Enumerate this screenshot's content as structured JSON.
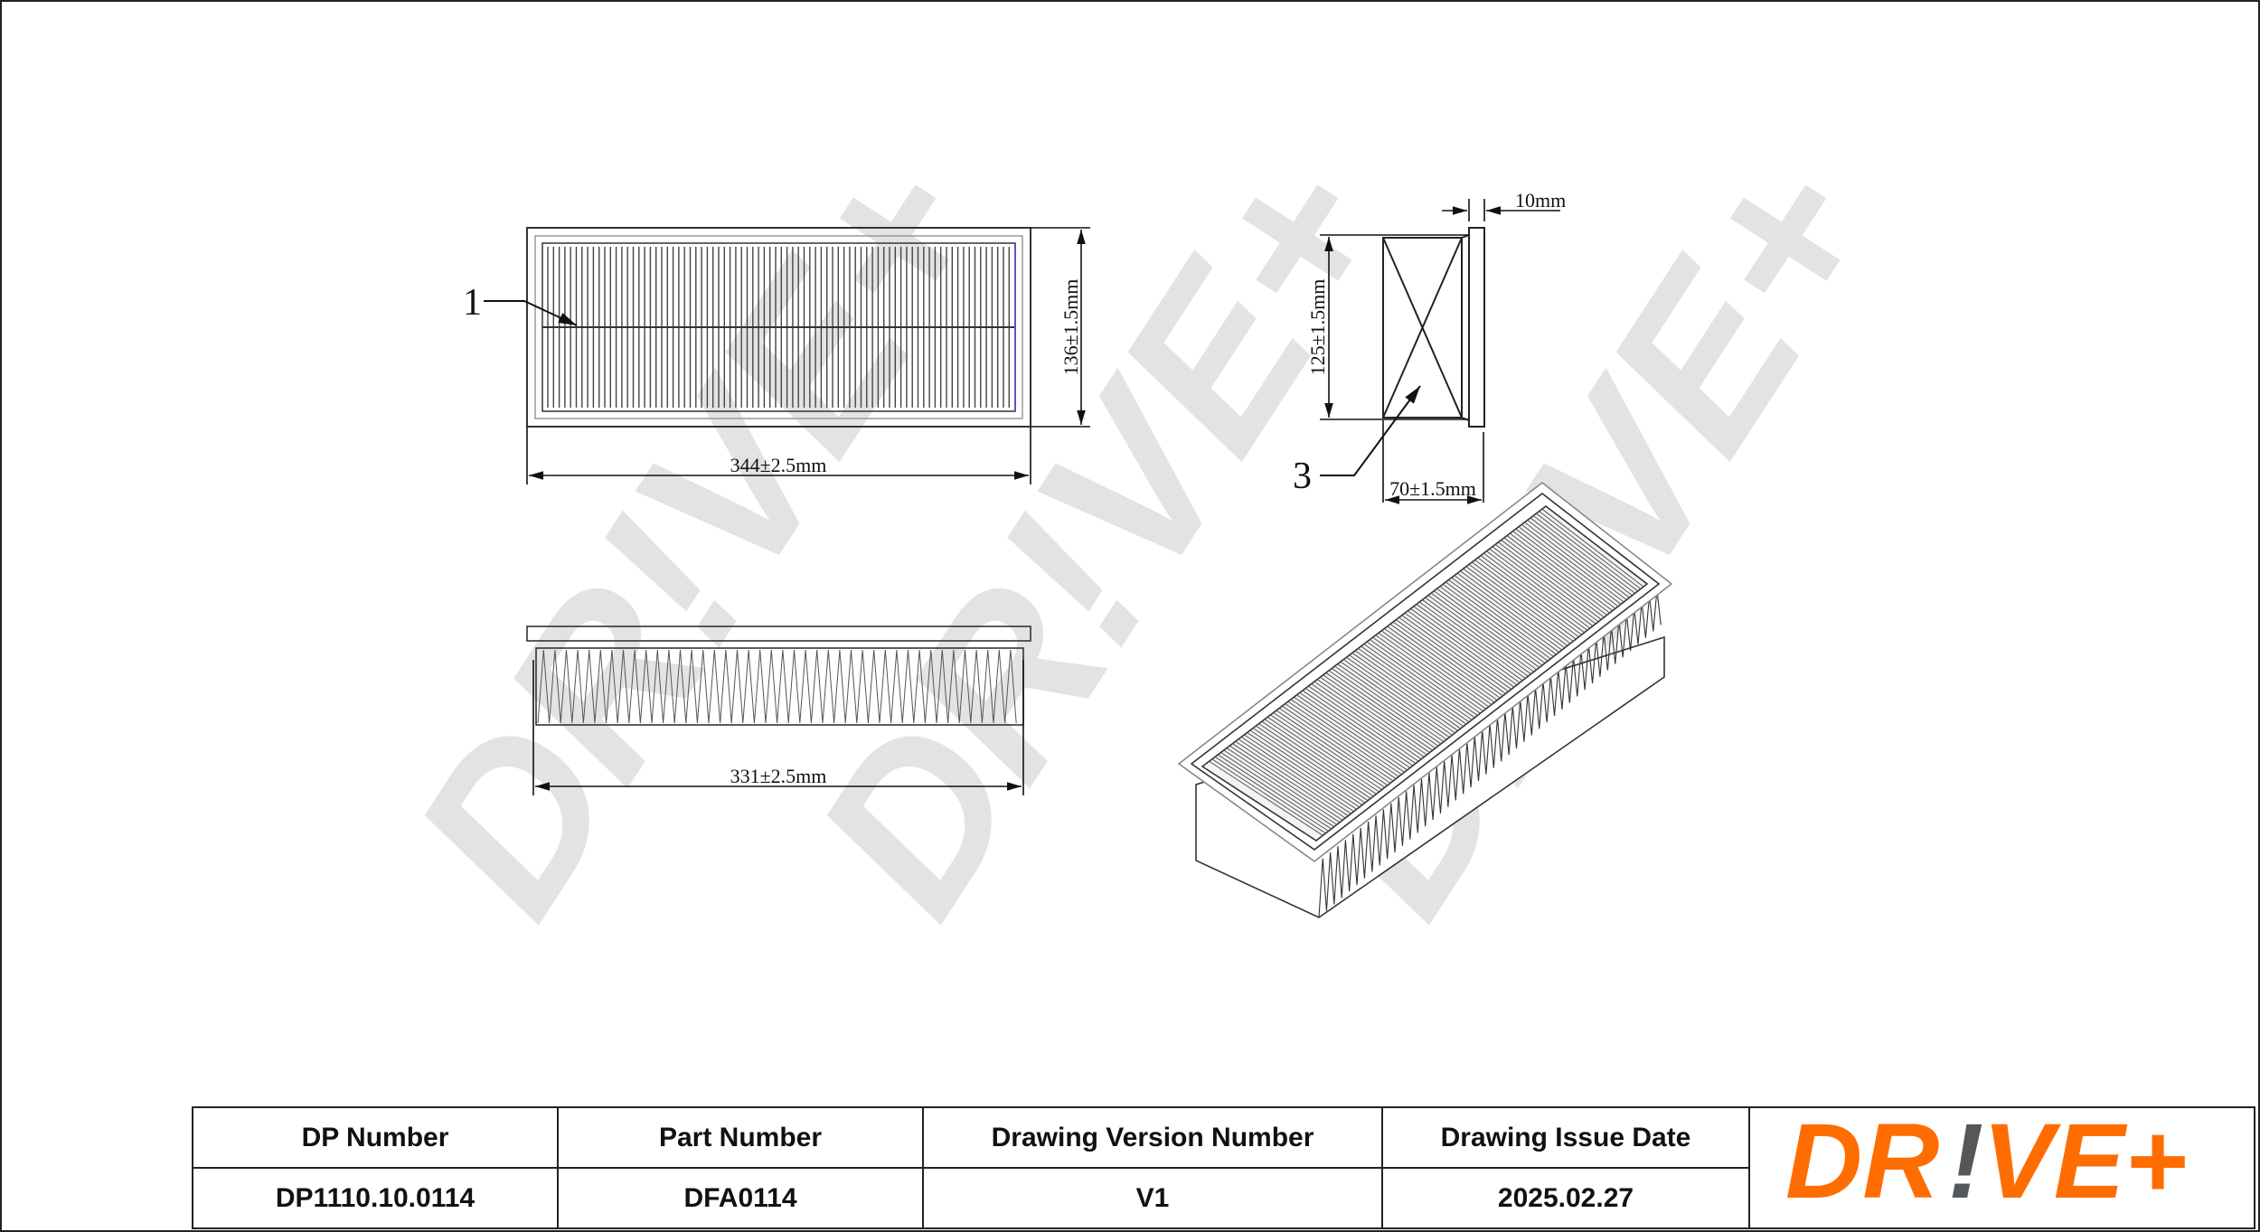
{
  "drawing": {
    "callouts": [
      "1",
      "3"
    ],
    "dimensions": {
      "length": "344±2.5mm",
      "width": "136±1.5mm",
      "inner_width": "125±1.5mm",
      "height": "70±1.5mm",
      "flange": "10mm",
      "bottom_length": "331±2.5mm"
    },
    "watermark": "DR!VE+"
  },
  "title_block": {
    "headers": [
      "DP Number",
      "Part Number",
      "Drawing Version Number",
      "Drawing Issue Date"
    ],
    "values": [
      "DP1110.10.0114",
      "DFA0114",
      "V1",
      "2025.02.27"
    ],
    "logo": "DR!VE+"
  },
  "colors": {
    "logo_orange": "#ff6d00",
    "logo_grey": "#55585b",
    "watermark": "#e3e3e3"
  }
}
